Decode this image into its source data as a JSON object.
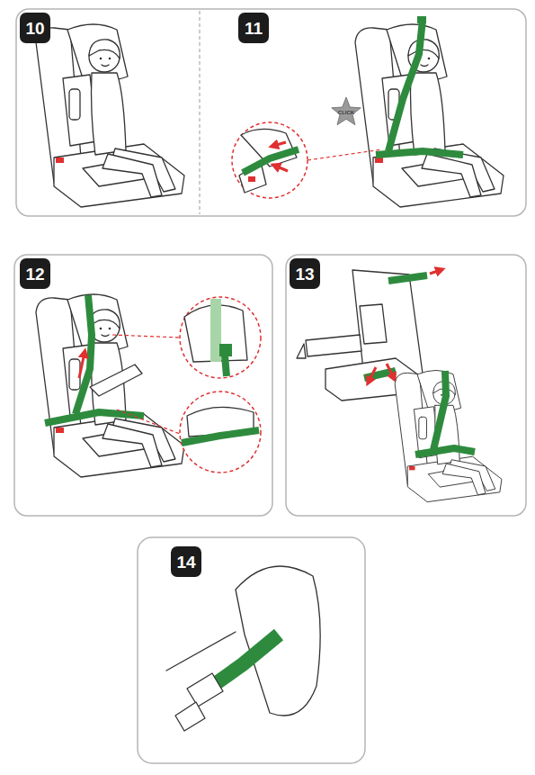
{
  "diagram": {
    "nodes": [
      {
        "text": [
          "10"
        ]
      },
      {
        "text": [
          "11"
        ]
      },
      {
        "text": [
          "CLICK"
        ]
      },
      {
        "text": [
          "12"
        ]
      },
      {
        "text": [
          "13"
        ]
      },
      {
        "text": [
          "14"
        ]
      }
    ]
  }
}
